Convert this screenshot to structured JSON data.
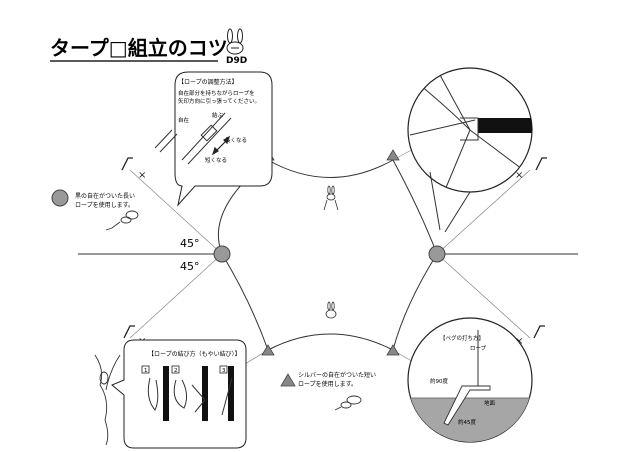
{
  "title": "タープ□組立のコツ",
  "brand": "D9D",
  "angles": {
    "upper": "45°",
    "lower": "45°"
  },
  "rope_adjust": {
    "heading": "【ロープの調整方法】",
    "desc_line1": "自在部分を持ちながらロープを",
    "desc_line2": "矢印方向に引っ張ってください。",
    "jizai": "自在",
    "musubu": "結ぶ",
    "longer": "長くなる",
    "shorter": "短くなる"
  },
  "black_rope_note": {
    "line1": "黒の自在がついた長い",
    "line2": "ロープを使用します。"
  },
  "silver_rope_note": {
    "line1": "シルバーの自在がついた短い",
    "line2": "ロープを使用します。"
  },
  "knot": {
    "heading": "【ロープの結び方（もやい結び）】",
    "steps": [
      "1",
      "2",
      "3"
    ]
  },
  "peg": {
    "heading": "【ペグの打ち方】",
    "rope": "ロープ",
    "deg90": "約90度",
    "ground": "地面",
    "deg45": "約45度"
  },
  "colors": {
    "line": "#333333",
    "pole": "#999999",
    "ground": "#a6a6a6",
    "strap": "#111111"
  }
}
